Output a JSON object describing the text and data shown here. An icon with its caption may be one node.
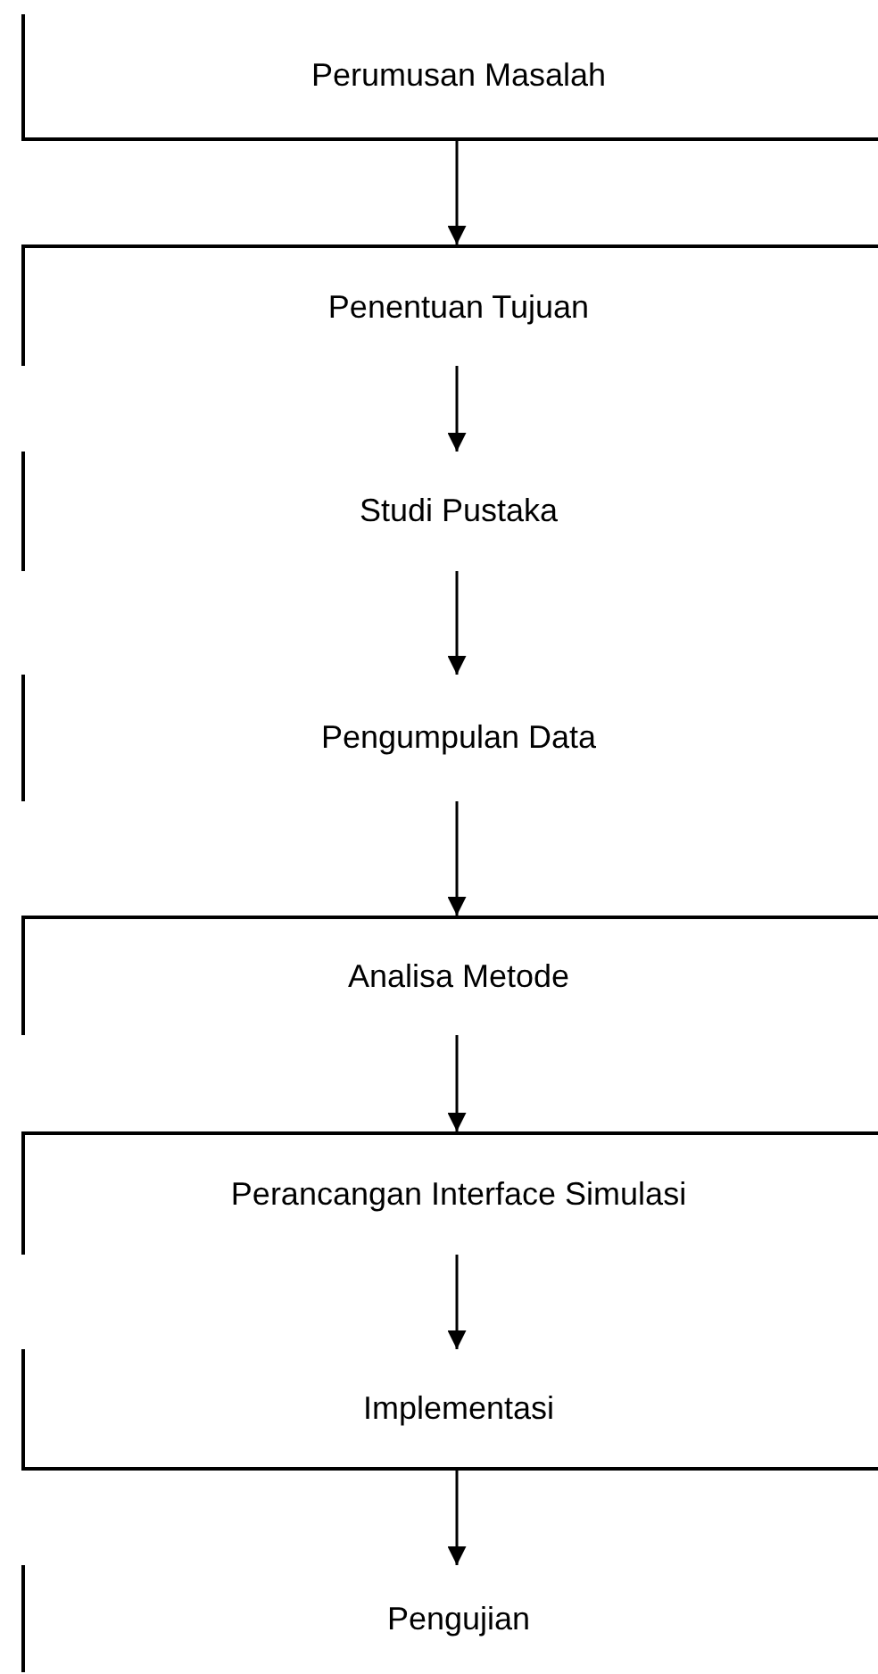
{
  "diagram": {
    "nodes": [
      {
        "text": [
          "Perumusan Masalah"
        ]
      },
      {
        "text": [
          "Penentuan Tujuan"
        ]
      },
      {
        "text": [
          "Studi Pustaka"
        ]
      },
      {
        "text": [
          "Pengumpulan Data"
        ]
      },
      {
        "text": [
          "Analisa Metode"
        ]
      },
      {
        "text": [
          "Perancangan Interface Simulasi"
        ]
      },
      {
        "text": [
          "Implementasi"
        ]
      },
      {
        "text": [
          "Pengujian"
        ]
      }
    ],
    "edges": [
      {
        "from": 0,
        "to": 1,
        "arrow": "to"
      },
      {
        "from": 1,
        "to": 2,
        "arrow": "to"
      },
      {
        "from": 2,
        "to": 3,
        "arrow": "to"
      },
      {
        "from": 3,
        "to": 4,
        "arrow": "to"
      },
      {
        "from": 4,
        "to": 5,
        "arrow": "to"
      },
      {
        "from": 5,
        "to": 6,
        "arrow": "to"
      },
      {
        "from": 6,
        "to": 7,
        "arrow": "to"
      }
    ]
  }
}
